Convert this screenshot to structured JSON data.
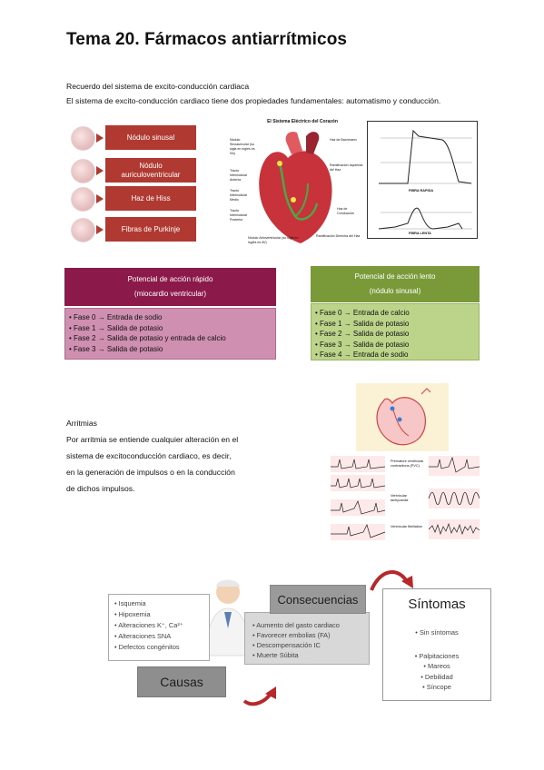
{
  "title": "Tema 20. Fármacos antiarrítmicos",
  "recuerdo": {
    "heading": "Recuerdo del sistema de excito-conducción cardiaca",
    "text": "El sistema de excito-conducción cardiaco tiene dos propiedades fundamentales: automatismo y conducción."
  },
  "steps": [
    "Nódulo sinusal",
    "Nódulo auriculoventricular",
    "Haz de Hiss",
    "Fibras de Purkinje"
  ],
  "heart": {
    "title": "El Sistema Eléctrico del Corazón",
    "labels_left": [
      "Nódulo Sinoauricular (su sigla en inglés es SA)",
      "Tracto Internodular Anterior",
      "Tracto Internodular Medio",
      "Tracto Internodular Posterior",
      "Nódulo Atrioventricular (su sigla en inglés es AV)"
    ],
    "labels_right": [
      "Haz de Bachmann",
      "Ramificación Izquierda del Haz",
      "Haz de Conducción",
      "Ramificación Derecha del Haz"
    ]
  },
  "ap_graph": {
    "fast_label": "FIBRA RAPIDA",
    "slow_label": "FIBRA LENTA"
  },
  "rapido": {
    "title": "Potencial de acción rápido",
    "subtitle": "(miocardio ventricular)",
    "items": [
      "Fase 0 → Entrada de sodio",
      "Fase 1 → Salida de potasio",
      "Fase 2 → Salida de potasio y entrada de calcio",
      "Fase 3 → Salida de potasio"
    ],
    "color_head": "#8b1a4a",
    "color_body": "#cf8fb0"
  },
  "lento": {
    "title": "Potencial de acción lento",
    "subtitle": "(nódulo sinusal)",
    "items": [
      "Fase 0 → Entrada de calcio",
      "Fase 1 → Salida de potasio",
      "Fase 2 → Salida de potasio",
      "Fase 3 → Salida de potasio",
      "Fase 4 → Entrada de sodio"
    ],
    "color_head": "#7a9a3a",
    "color_body": "#bcd48a"
  },
  "arritmias": {
    "heading": "Arritmias",
    "lines": [
      "Por arritmia se entiende cualquier alteración en el",
      "sistema de excitoconducción cardiaco, es decir,",
      "en la generación de impulsos o en la conducción",
      "de dichos impulsos."
    ]
  },
  "ecg": {
    "labels_right": [
      "Premature ventricular contractions (PVC)",
      "Ventricular tachycardia",
      "Ventricular fibrillation"
    ]
  },
  "flow": {
    "causas_items": [
      "Isquemia",
      "Hipoxemia",
      "Alteraciones K⁺, Ca²⁺",
      "Alteraciones SNA",
      "Defectos congénitos"
    ],
    "causas_label": "Causas",
    "consecuencias_label": "Consecuencias",
    "consecuencias_items": [
      "Aumento del gasto cardiaco",
      "Favorecer embolias (FA)",
      "Descompensación IC",
      "Muerte Súbita"
    ],
    "sintomas_label": "Síntomas",
    "sintomas_items": [
      "Sin síntomas",
      "Palpitaciones",
      "Mareos",
      "Debilidad",
      "Síncope"
    ]
  }
}
